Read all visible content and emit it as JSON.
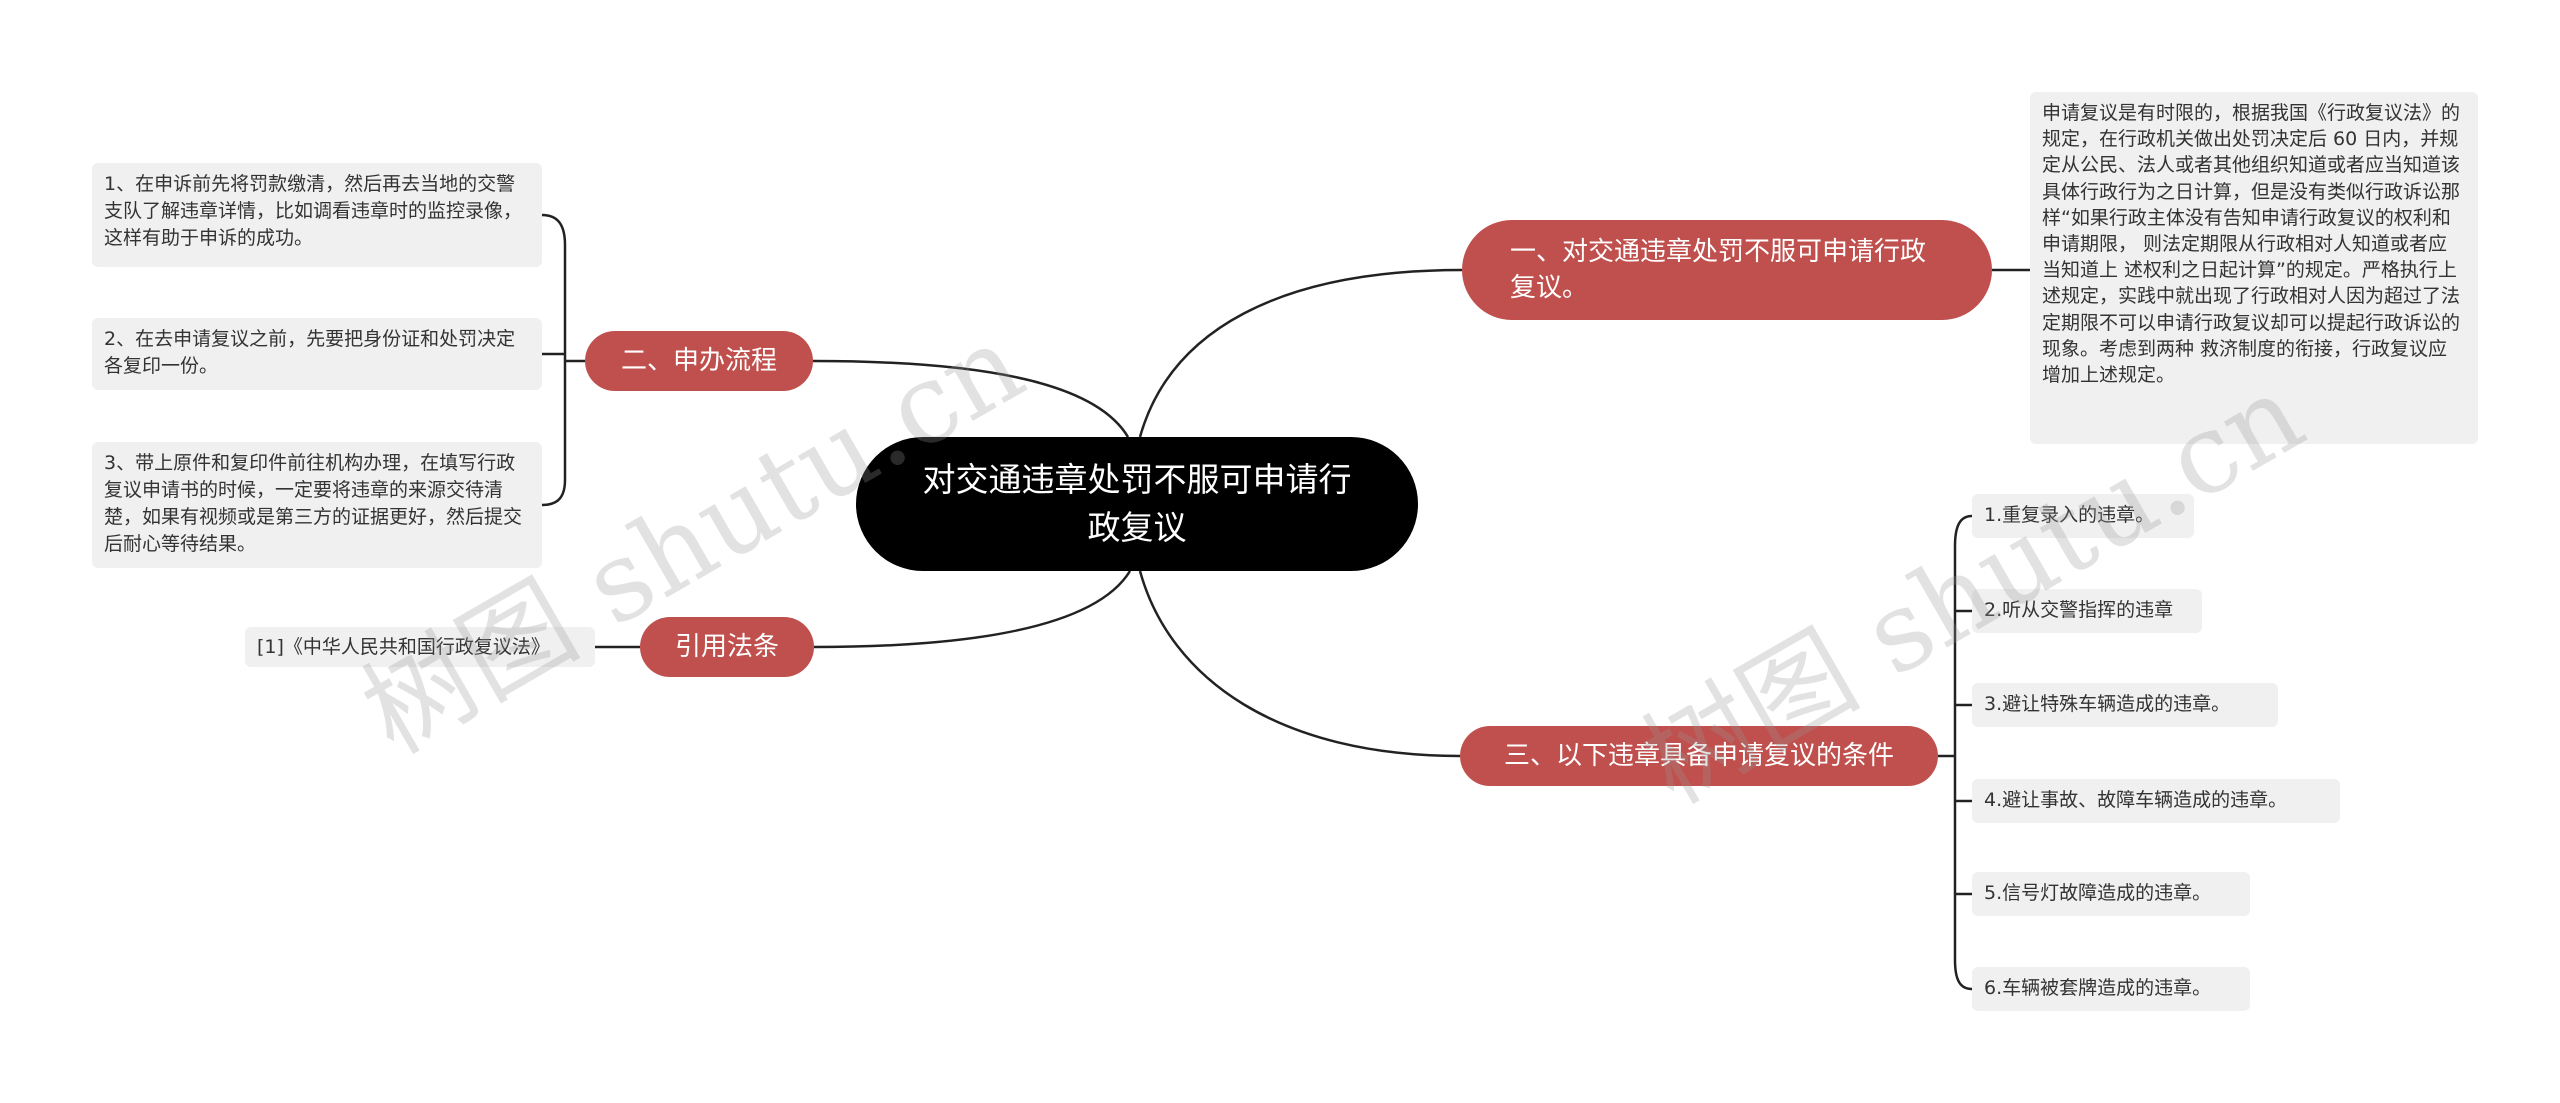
{
  "mindmap": {
    "root": "对交通违章处罚不服可申请行政复议",
    "branches": {
      "b1": {
        "label": "一、对交通违章处罚不服可申请行政复议。",
        "leaf": "申请复议是有时限的，根据我国《行政复议法》的规定，在行政机关做出处罚决定后 60 日内，并规定从公民、法人或者其他组织知道或者应当知道该具体行政行为之日计算，但是没有类似行政诉讼那样“如果行政主体没有告知申请行政复议的权利和申请期限， 则法定期限从行政相对人知道或者应当知道上 述权利之日起计算”的规定。严格执行上述规定，实践中就出现了行政相对人因为超过了法定期限不可以申请行政复议却可以提起行政诉讼的现象。考虑到两种 救济制度的衔接，行政复议应增加上述规定。"
      },
      "b2": {
        "label": "二、申办流程",
        "leaves": [
          "1、在申诉前先将罚款缴清，然后再去当地的交警支队了解违章详情，比如调看违章时的监控录像，这样有助于申诉的成功。",
          "2、在去申请复议之前，先要把身份证和处罚决定各复印一份。",
          "3、带上原件和复印件前往机构办理，在填写行政复议申请书的时候，一定要将违章的来源交待清楚，如果有视频或是第三方的证据更好，然后提交后耐心等待结果。"
        ]
      },
      "b3": {
        "label": "引用法条",
        "leaf": "[1]《中华人民共和国行政复议法》"
      },
      "b4": {
        "label": "三、以下违章具备申请复议的条件",
        "leaves": [
          "1.重复录入的违章。",
          "2.听从交警指挥的违章",
          "3.避让特殊车辆造成的违章。",
          "4.避让事故、故障车辆造成的违章。",
          "5.信号灯故障造成的违章。",
          "6.车辆被套牌造成的违章。"
        ]
      }
    }
  },
  "watermark": "树图 shutu.cn",
  "colors": {
    "root": "#000000",
    "branch": "#c0504d",
    "leaf": "#f0f0f0",
    "line": "#222222"
  }
}
